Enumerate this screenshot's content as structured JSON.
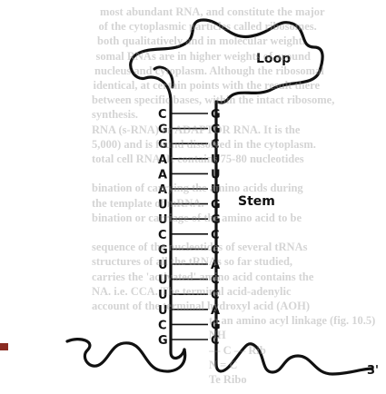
{
  "diagram": {
    "loop_label": "Loop",
    "stem_label": "Stem",
    "three_prime_label": "3'",
    "left_strand": [
      "C",
      "G",
      "G",
      "A",
      "A",
      "A",
      "U",
      "U",
      "C",
      "G",
      "U",
      "U",
      "U",
      "U",
      "C",
      "G"
    ],
    "right_strand": [
      "G",
      "G",
      "C",
      "U",
      "U",
      "U",
      "G",
      "G",
      "C",
      "C",
      "A",
      "C",
      "C",
      "A",
      "G",
      "C"
    ]
  },
  "background_text": [
    "most abundant RNA, and constitute the major",
    "of the cytoplasmic particles called ribosomes.",
    "both qualitatively and in molecular weight.",
    "somal RNAs are in higher weights of around",
    "nucleus and cytoplasm. Although the ribosomal",
    "identical, at certain points with the result there",
    "between specific bases, within the intact ribosome,",
    "synthesis.",
    "RNA (s-RNA) or ADAPTOR RNA. It is the",
    "5,000) and is found dissolved in the cytoplasm.",
    "total cell RNA. It contains 75-80 nucleotides",
    "",
    "bination of carrying the amino acids during",
    "the template of mRNA.",
    "bination or carriage of the amino acid to be",
    "",
    "sequence of the nucleotides of several tRNAs",
    "structures of all the tRNAs so far studied,",
    "carries the 'activated' amino acid contains the",
    "NA. i.e. CCA. The terminal acid-adenylic",
    "account of the terminal hydroxyl acid (AOH)",
    "to an amino acyl linkage (fig. 10.5)",
    "NH",
    "— C — Rib",
    "N = C",
    "Te Ribo"
  ]
}
